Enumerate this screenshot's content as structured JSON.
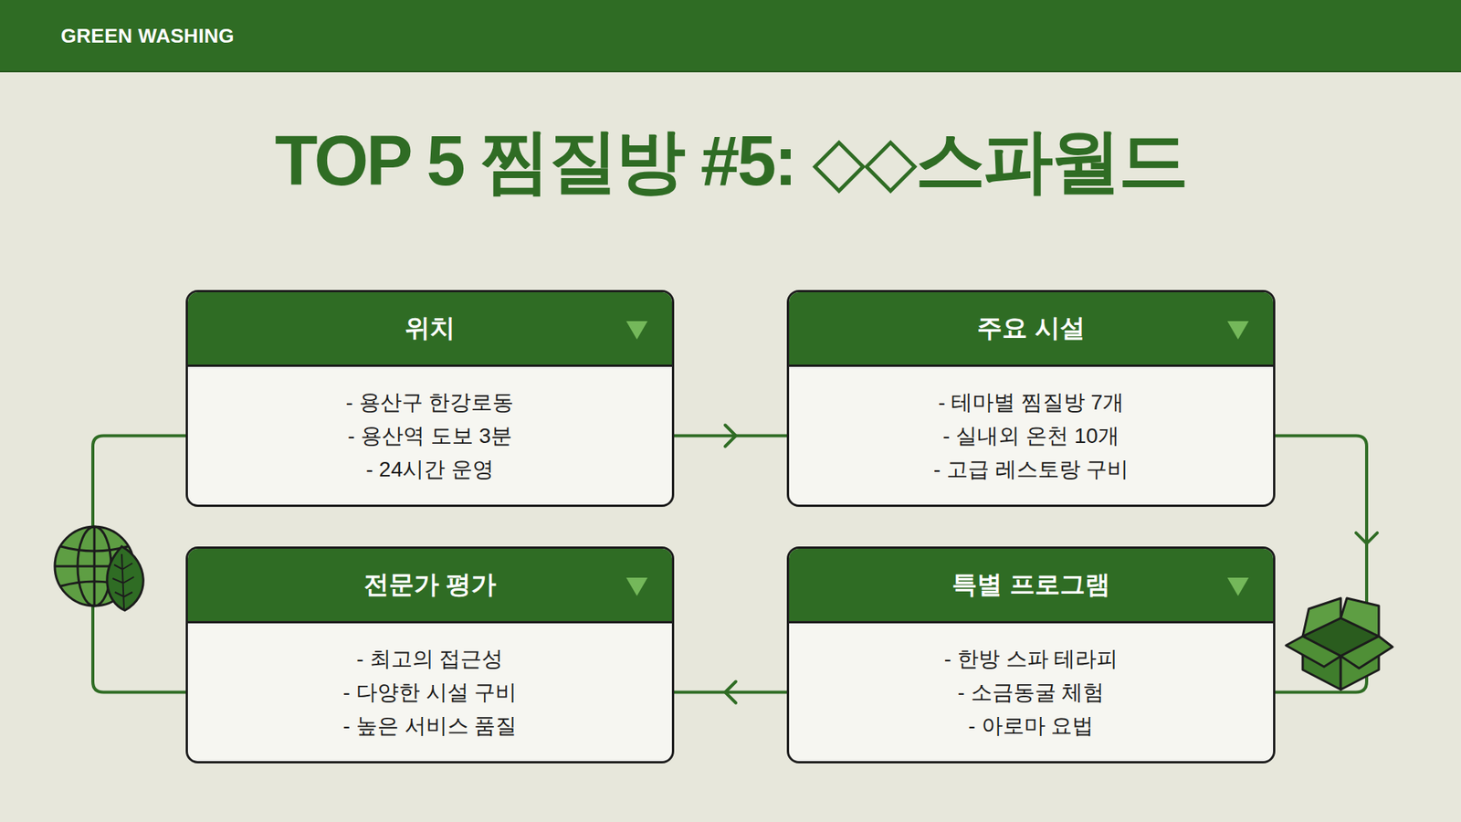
{
  "diagram": {
    "title": "TOP 5 찜질방 #5: ◇◇스파월드",
    "nodes": [
      {
        "text": [
          "위치",
          "- 용산구 한강로동",
          "- 용산역 도보 3분",
          "- 24시간 운영"
        ]
      },
      {
        "text": [
          "주요 시설",
          "- 테마별 찜질방 7개",
          "- 실내외 온천 10개",
          "- 고급 레스토랑 구비"
        ]
      },
      {
        "text": [
          "전문가 평가",
          "- 최고의 접근성",
          "- 다양한 시설 구비",
          "- 높은 서비스 품질"
        ]
      },
      {
        "text": [
          "특별 프로그램",
          "- 한방 스파 테라피",
          "- 소금동굴 체험",
          "- 아로마 요법"
        ]
      }
    ],
    "edges": [
      {
        "from": 0,
        "to": 1,
        "arrow": "to"
      },
      {
        "from": 1,
        "to": 3,
        "arrow": "to"
      },
      {
        "from": 3,
        "to": 2,
        "arrow": "to"
      },
      {
        "from": 2,
        "to": 0,
        "arrow": "none"
      }
    ],
    "labels": [
      "GREEN WASHING"
    ]
  }
}
